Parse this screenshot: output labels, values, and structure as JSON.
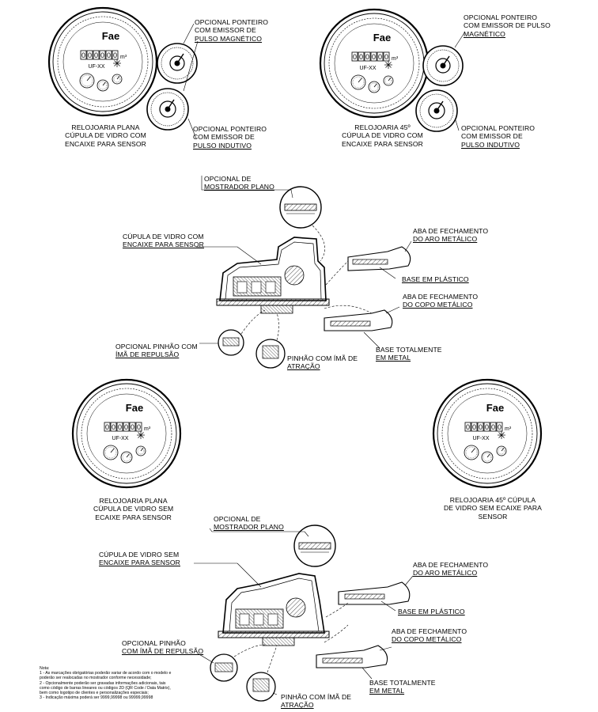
{
  "labels": {
    "top_left_title": [
      "RELOJOARIA  PLANA",
      "CÚPULA  DE VIDRO COM",
      "ENCAIXE PARA SENSOR"
    ],
    "top_left_magnetic": [
      "OPCIONAL PONTEIRO",
      "COM EMISSOR DE",
      "PULSO MAGNÉTICO"
    ],
    "top_left_inductive": [
      "OPCIONAL PONTEIRO",
      "COM EMISSOR DE",
      "PULSO INDUTIVO"
    ],
    "top_right_title": [
      "RELOJOARIA  45º",
      "CÚPULA DE VIDRO COM",
      "ENCAIXE PARA SENSOR"
    ],
    "top_right_magnetic": [
      "OPCIONAL PONTEIRO",
      "COM EMISSOR DE PULSO",
      "MAGNÉTICO"
    ],
    "top_right_inductive": [
      "OPCIONAL PONTEIRO",
      "COM EMISSOR DE",
      "PULSO INDUTIVO"
    ],
    "sec1_dial": [
      "OPCIONAL DE",
      "MOSTRADOR  PLANO"
    ],
    "sec1_dome": [
      "CÚPULA DE VIDRO  COM",
      "ENCAIXE PARA SENSOR"
    ],
    "sec1_ring_flap": [
      "ABA DE FECHAMENTO",
      "DO ARO METÁLICO"
    ],
    "sec1_plastic_base": [
      "BASE EM PLÁSTICO"
    ],
    "sec1_cup_flap": [
      "ABA DE FECHAMENTO",
      "DO COPO METÁLICO"
    ],
    "sec1_metal_base": [
      "BASE TOTALMENTE",
      "EM METAL"
    ],
    "sec1_repulsion": [
      "OPCIONAL PINHÃO COM",
      "ÍMÃ DE REPULSÃO"
    ],
    "sec1_attraction": [
      "PINHÃO COM ÍMÃ DE",
      "ATRAÇÃO"
    ],
    "mid_left_title": [
      "RELOJOARIA  PLANA",
      "CÚPULA  DE VIDRO SEM",
      "ECAIXE PARA SENSOR"
    ],
    "mid_right_title": [
      "RELOJOARIA 45º CÚPULA",
      "DE VIDRO SEM ECAIXE PARA",
      "SENSOR"
    ],
    "sec2_dial": [
      "OPCIONAL DE",
      "MOSTRADOR  PLANO"
    ],
    "sec2_dome": [
      "CÚPULA DE VIDRO  SEM",
      "ENCAIXE PARA SENSOR"
    ],
    "sec2_ring_flap": [
      "ABA DE FECHAMENTO",
      "DO ARO METÁLICO"
    ],
    "sec2_plastic_base": [
      "BASE EM PLÁSTICO"
    ],
    "sec2_cup_flap": [
      "ABA DE FECHAMENTO",
      "DO COPO METÁLICO"
    ],
    "sec2_metal_base": [
      "BASE TOTALMENTE",
      "EM METAL"
    ],
    "sec2_repulsion": [
      "OPCIONAL PINHÃO",
      "COM ÍMÃ DE REPULSÃO"
    ],
    "sec2_attraction": [
      "PINHÃO COM ÍMÃ DE",
      "ATRAÇÃO"
    ]
  },
  "dial_text": {
    "brand": "Fae",
    "model": "UF-XX",
    "unit": "m³",
    "digits": [
      "0",
      "0",
      "0",
      "0",
      "0",
      "0"
    ]
  },
  "notes": [
    "Nota:",
    "1 - As marcações obrigatórias poderão variar de acordo com o modelo e",
    "poderão ser realocadas no mostrador conforme necessidade;",
    "2 - Opcionalmente poderão ser gravadas informações adicionais, tais",
    "como código de barras lineares ou códigos 2D (QR Code / Data Matrix),",
    "bem como logotipo de clientes e personalizações especiais;",
    "3 - Indicação máxima poderá ser 9999,99998 ou 99999,99998"
  ]
}
